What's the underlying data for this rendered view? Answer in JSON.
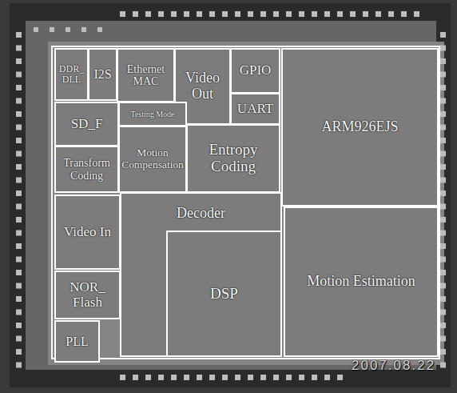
{
  "diagram": {
    "nodes": [
      {
        "text": [
          "DDR_ DLL"
        ]
      },
      {
        "text": [
          "I2S"
        ]
      },
      {
        "text": [
          "Ethernet MAC"
        ]
      },
      {
        "text": [
          "Video Out"
        ]
      },
      {
        "text": [
          "GPIO"
        ]
      },
      {
        "text": [
          "ARM926EJS"
        ]
      },
      {
        "text": [
          "Testing Mode"
        ]
      },
      {
        "text": [
          "UART"
        ]
      },
      {
        "text": [
          "SD_F"
        ]
      },
      {
        "text": [
          "Transform Coding"
        ]
      },
      {
        "text": [
          "Motion Compensation"
        ]
      },
      {
        "text": [
          "Entropy Coding"
        ]
      },
      {
        "text": [
          "Video In"
        ]
      },
      {
        "text": [
          "Decoder"
        ]
      },
      {
        "text": [
          "DSP"
        ],
        "in": 13
      },
      {
        "text": [
          "Motion Estimation"
        ]
      },
      {
        "text": [
          "NOR_ Flash"
        ]
      },
      {
        "text": [
          "PLL"
        ]
      }
    ],
    "edges": [],
    "labels": [
      "2007.08.22"
    ]
  }
}
